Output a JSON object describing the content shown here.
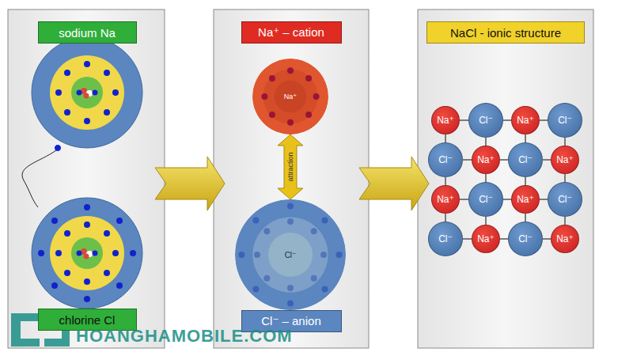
{
  "diagram": {
    "nodes": [
      {
        "text": [
          "sodium Na"
        ]
      },
      {
        "text": [
          "chlorine Cl"
        ]
      },
      {
        "text": [
          "Na⁺ – cation"
        ]
      },
      {
        "text": [
          "Na⁺"
        ]
      },
      {
        "text": [
          "Cl⁻"
        ]
      },
      {
        "text": [
          "Cl⁻ – anion"
        ]
      },
      {
        "text": [
          "NaCl - ionic structure"
        ]
      },
      {
        "text": [
          "Na⁺"
        ]
      },
      {
        "text": [
          "Cl⁻"
        ]
      },
      {
        "text": [
          "Na⁺"
        ]
      },
      {
        "text": [
          "Cl⁻"
        ]
      },
      {
        "text": [
          "Cl⁻"
        ]
      },
      {
        "text": [
          "Na⁺"
        ]
      },
      {
        "text": [
          "Cl⁻"
        ]
      },
      {
        "text": [
          "Na⁺"
        ]
      },
      {
        "text": [
          "Na⁺"
        ]
      },
      {
        "text": [
          "Cl⁻"
        ]
      },
      {
        "text": [
          "Na⁺"
        ]
      },
      {
        "text": [
          "Cl⁻"
        ]
      },
      {
        "text": [
          "Cl⁻"
        ]
      },
      {
        "text": [
          "Na⁺"
        ]
      },
      {
        "text": [
          "Cl⁻"
        ]
      },
      {
        "text": [
          "Na⁺"
        ]
      }
    ],
    "edges": [
      {
        "from": 3,
        "to": 4,
        "label": "attraction",
        "arrow": "both"
      },
      {
        "from": 7,
        "to": 8,
        "arrow": "none"
      },
      {
        "from": 8,
        "to": 9,
        "arrow": "none"
      },
      {
        "from": 9,
        "to": 10,
        "arrow": "none"
      },
      {
        "from": 11,
        "to": 12,
        "arrow": "none"
      },
      {
        "from": 12,
        "to": 13,
        "arrow": "none"
      },
      {
        "from": 13,
        "to": 14,
        "arrow": "none"
      },
      {
        "from": 15,
        "to": 16,
        "arrow": "none"
      },
      {
        "from": 16,
        "to": 17,
        "arrow": "none"
      },
      {
        "from": 17,
        "to": 18,
        "arrow": "none"
      },
      {
        "from": 19,
        "to": 20,
        "arrow": "none"
      },
      {
        "from": 20,
        "to": 21,
        "arrow": "none"
      },
      {
        "from": 21,
        "to": 22,
        "arrow": "none"
      },
      {
        "from": 7,
        "to": 11,
        "arrow": "none"
      },
      {
        "from": 8,
        "to": 12,
        "arrow": "none"
      },
      {
        "from": 9,
        "to": 13,
        "arrow": "none"
      },
      {
        "from": 10,
        "to": 14,
        "arrow": "none"
      },
      {
        "from": 11,
        "to": 15,
        "arrow": "none"
      },
      {
        "from": 12,
        "to": 16,
        "arrow": "none"
      },
      {
        "from": 13,
        "to": 17,
        "arrow": "none"
      },
      {
        "from": 14,
        "to": 18,
        "arrow": "none"
      },
      {
        "from": 15,
        "to": 19,
        "arrow": "none"
      },
      {
        "from": 16,
        "to": 20,
        "arrow": "none"
      },
      {
        "from": 17,
        "to": 21,
        "arrow": "none"
      },
      {
        "from": 18,
        "to": 22,
        "arrow": "none"
      }
    ],
    "labels": [
      "HOANGHAMOBILE.COM"
    ]
  }
}
